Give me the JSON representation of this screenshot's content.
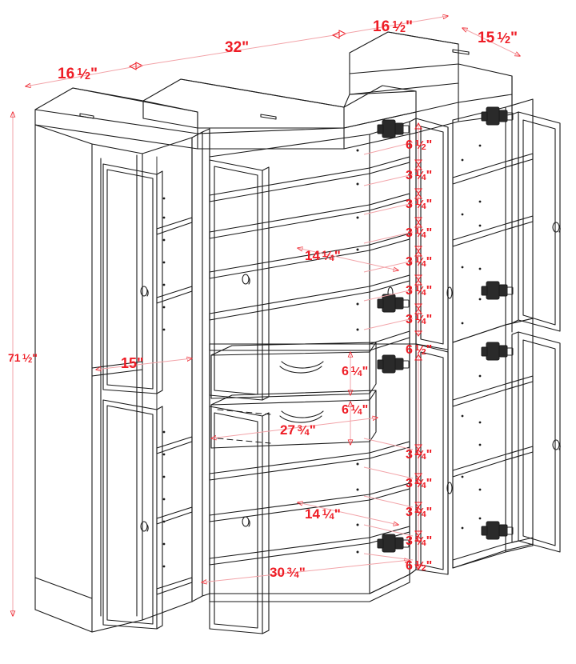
{
  "drawing": {
    "title": "Isometric cabinet assembly dimension drawing",
    "type": "isometric-technical-drawing",
    "background_color": "#ffffff",
    "line_color": "#1a1a1a",
    "dimension_color": "#ee1c25"
  },
  "dimensions": {
    "overall_height": "71 ½\"",
    "top_left_width": "16 ½\"",
    "top_center_width": "32\"",
    "top_right_width": "16 ½\"",
    "top_depth": "15 ½\"",
    "left_interior_width": "15\"",
    "shelf_depth_upper": "14 ¼\"",
    "shelf_depth_lower": "14 ¼\"",
    "drawer_width": "27 ¾\"",
    "bottom_interior_width": "30 ¾\"",
    "drawer_height_top": "6 ¼\"",
    "drawer_height_bottom": "6 ¼\"",
    "upper_chain": [
      "6 ½\"",
      "3 ¼\"",
      "3 ¼\"",
      "3 ¼\"",
      "3 ¼\"",
      "3 ¼\"",
      "3 ¼\"",
      "6 ½\""
    ],
    "lower_chain": [
      "3 ¼\"",
      "3 ¼\"",
      "3 ¼\"",
      "3 ¼\"",
      "6 ½\""
    ]
  },
  "labels": {
    "height_71_5": {
      "whole": "71",
      "num": "1",
      "den": "2",
      "unit": "\""
    },
    "width_16_5_a": {
      "whole": "16",
      "num": "1",
      "den": "2",
      "unit": "\""
    },
    "width_32": {
      "whole": "32",
      "num": "",
      "den": "",
      "unit": "\""
    },
    "width_16_5_b": {
      "whole": "16",
      "num": "1",
      "den": "2",
      "unit": "\""
    },
    "depth_15_5": {
      "whole": "15",
      "num": "1",
      "den": "2",
      "unit": "\""
    },
    "width_15": {
      "whole": "15",
      "num": "",
      "den": "",
      "unit": "\""
    },
    "depth_14_25_a": {
      "whole": "14",
      "num": "1",
      "den": "4",
      "unit": "\""
    },
    "depth_14_25_b": {
      "whole": "14",
      "num": "1",
      "den": "4",
      "unit": "\""
    },
    "width_27_75": {
      "whole": "27",
      "num": "3",
      "den": "4",
      "unit": "\""
    },
    "width_30_75": {
      "whole": "30",
      "num": "3",
      "den": "4",
      "unit": "\""
    },
    "drawer_6_25_a": {
      "whole": "6",
      "num": "1",
      "den": "4",
      "unit": "\""
    },
    "drawer_6_25_b": {
      "whole": "6",
      "num": "1",
      "den": "4",
      "unit": "\""
    },
    "u_6_5_top": {
      "whole": "6",
      "num": "1",
      "den": "2",
      "unit": "\""
    },
    "u_3_25_1": {
      "whole": "3",
      "num": "1",
      "den": "4",
      "unit": "\""
    },
    "u_3_25_2": {
      "whole": "3",
      "num": "1",
      "den": "4",
      "unit": "\""
    },
    "u_3_25_3": {
      "whole": "3",
      "num": "1",
      "den": "4",
      "unit": "\""
    },
    "u_3_25_4": {
      "whole": "3",
      "num": "1",
      "den": "4",
      "unit": "\""
    },
    "u_3_25_5": {
      "whole": "3",
      "num": "1",
      "den": "4",
      "unit": "\""
    },
    "u_3_25_6": {
      "whole": "3",
      "num": "1",
      "den": "4",
      "unit": "\""
    },
    "u_6_5_bot": {
      "whole": "6",
      "num": "1",
      "den": "2",
      "unit": "\""
    },
    "l_3_25_1": {
      "whole": "3",
      "num": "1",
      "den": "4",
      "unit": "\""
    },
    "l_3_25_2": {
      "whole": "3",
      "num": "1",
      "den": "4",
      "unit": "\""
    },
    "l_3_25_3": {
      "whole": "3",
      "num": "1",
      "den": "4",
      "unit": "\""
    },
    "l_3_25_4": {
      "whole": "3",
      "num": "1",
      "den": "4",
      "unit": "\""
    },
    "l_6_5_bot": {
      "whole": "6",
      "num": "1",
      "den": "2",
      "unit": "\""
    }
  }
}
